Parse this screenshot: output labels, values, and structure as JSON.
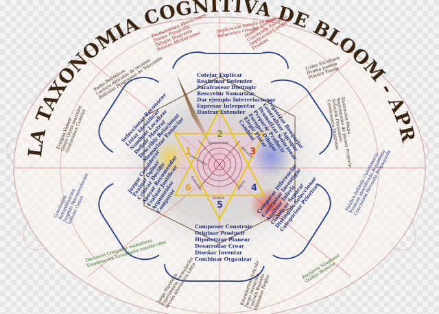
{
  "title": "LA TAXONOMIA COGNITIVA DE BLOOM - APRENDER ES ACCION",
  "center": {
    "stages": [
      {
        "num": "1",
        "color": "#e8a317",
        "label": "Conocimiento"
      },
      {
        "num": "2",
        "color": "#7a9b1e",
        "label": "Comprensión"
      },
      {
        "num": "3",
        "color": "#d93a1a",
        "label": "Aplicación"
      },
      {
        "num": "4",
        "color": "#2a3e9a",
        "label": "Análisis"
      },
      {
        "num": "5",
        "color": "#2a3e9a",
        "label": "Síntesis"
      },
      {
        "num": "6",
        "color": "#e8a317",
        "label": "Evaluación"
      }
    ]
  },
  "verbs": {
    "top": [
      "Cotejar Explicar",
      "Reafirmar Defender",
      "Parafrasear Distingir",
      "Rescrebir Sumarizar",
      "Dar ejemplo Interrelacionar",
      "Expresar Interpretar",
      "Ilustrar Extender"
    ],
    "upper_right": [
      "Organizar Bosquejar",
      "Generalizar Agrupar",
      "Dramatizar Solucionar",
      "Preparar Producir",
      "Escoger Dibujar",
      "Elegir Pintar",
      "Cambiar"
    ],
    "lower_right": [
      "Comparar Diferenciar",
      "Contrastar Investigar",
      "Analizar Inferir",
      "Clasificar Separar",
      "Distinguir Seleccionar",
      "Categorizar Priorizar"
    ],
    "bottom": [
      "Componer Construir",
      "Originar Producir",
      "Hipotetizar Planear",
      "Desarrollar Crear",
      "Diseñar Inventar",
      "Combinar Organizar"
    ],
    "lower_left": [
      "Juzgar Considerar",
      "Evaluar Opinar",
      "Criticar Decidir",
      "Apoyar Recomendar",
      "Evaluar Justificar",
      "Argumentar",
      "Comparar"
    ],
    "upper_left": [
      "Seleccionar Reconocer",
      "Listar Identificar",
      "Nombrar Localizar",
      "Definir Mostrar",
      "Describir Relacionar",
      "Memorizar Enunciar"
    ]
  },
  "outer": {
    "top_left": [
      "Producciones Aboraciones",
      "Drama Fotografía",
      "Dibujos Diagrama",
      "Relatos Afirmaciones"
    ],
    "top_center": [
      "Implicación basada en ideas",
      "Relaciones creadas"
    ],
    "top_right": [
      "Modelo Analogía",
      "Conclusión Esbozado",
      "Implicación Comparar",
      "Pruebas"
    ],
    "left_upper": [
      "Radio Periódicos",
      "Lectura Artículos de revistas",
      "Películas Programas de Televisión"
    ],
    "left_mid": [
      "Eventos Videos",
      "Gente Obras teatrales",
      "Grabaciones Cuentos"
    ],
    "left_lower": [
      "Conclusión",
      "Autoevaluación",
      "Juzgado Recomendación",
      "Valorar Censo"
    ],
    "left_bottom": [
      "Discusión Comparar estándares",
      "Examinación Estándares establecidos"
    ],
    "right_top": [
      "Listas Escultura",
      "Drama Joyería",
      "Pintura Poesía"
    ],
    "right_mid": [
      "Ilustración Mapa",
      "Seguimiento de planes Proyecto",
      "Solución Pronóstico",
      "Cuestionario Diagrama"
    ],
    "right_lower": [
      "Palabra definida Cuestionario",
      "Premisa identificada Argumento",
      "Conclusión Revisada Propaganda"
    ],
    "right_bottom": [
      "Encuesta Silogismo",
      "Gráfico Reporte"
    ],
    "bottom_left": [
      "Juego Hipótesis",
      "Experimento Formulación",
      "Acción alternativa Libro"
    ],
    "bottom_right": [
      "Estandarizar Artículo",
      "Juego Invención",
      "Canción Reporte",
      "Máquinas Reglas"
    ]
  }
}
